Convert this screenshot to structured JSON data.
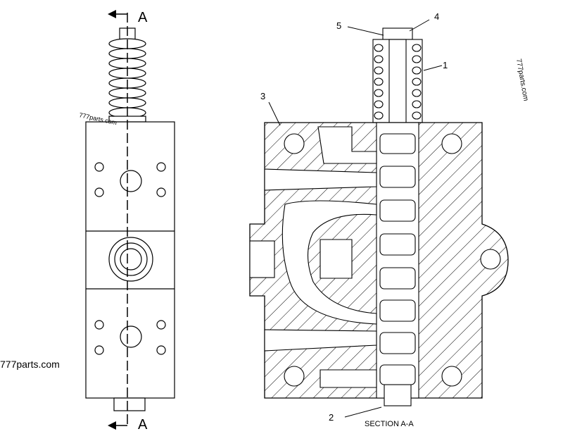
{
  "section_marks": {
    "top": "A",
    "bottom": "A"
  },
  "callouts": {
    "c1": "1",
    "c2": "2",
    "c3": "3",
    "c4": "4",
    "c5": "5"
  },
  "caption": "SECTION A-A",
  "watermarks": {
    "left_rotated": "777parts.com",
    "left_bottom": "777parts.com",
    "right_rotated": "777parts.com"
  }
}
